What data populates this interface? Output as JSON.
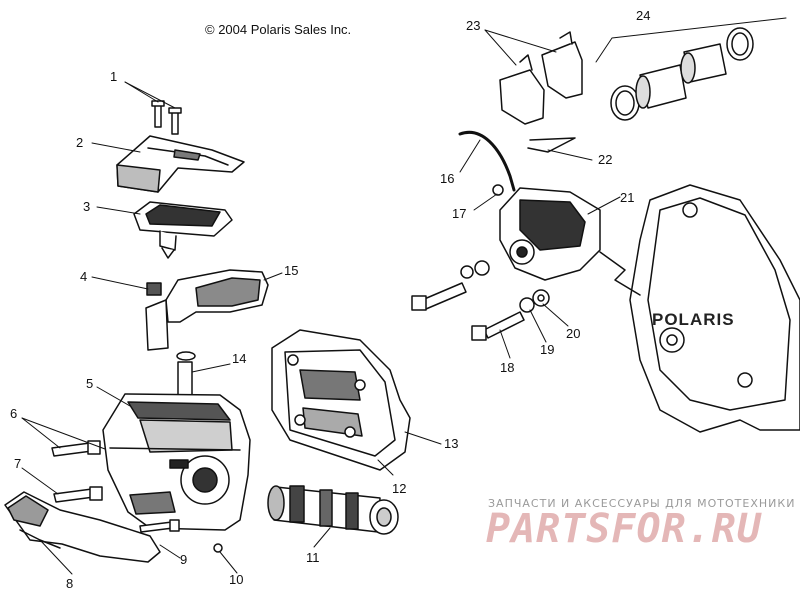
{
  "copyright": "© 2004 Polaris Sales Inc.",
  "brand_text": "POLARIS",
  "watermark": {
    "tagline": "ЗАПЧАСТИ И АКСЕССУАРЫ ДЛЯ МОТОТЕХНИКИ",
    "logo": "PARTSFOR.RU"
  },
  "callouts": [
    "1",
    "2",
    "3",
    "4",
    "5",
    "6",
    "7",
    "8",
    "9",
    "10",
    "11",
    "12",
    "13",
    "14",
    "15",
    "16",
    "17",
    "18",
    "19",
    "20",
    "21",
    "22",
    "23",
    "24"
  ],
  "colors": {
    "line": "#111111",
    "fill": "#ffffff",
    "shade": "#9a9a9a",
    "watermark_logo": "#e4b7b7",
    "watermark_text": "#9a9a9a"
  }
}
